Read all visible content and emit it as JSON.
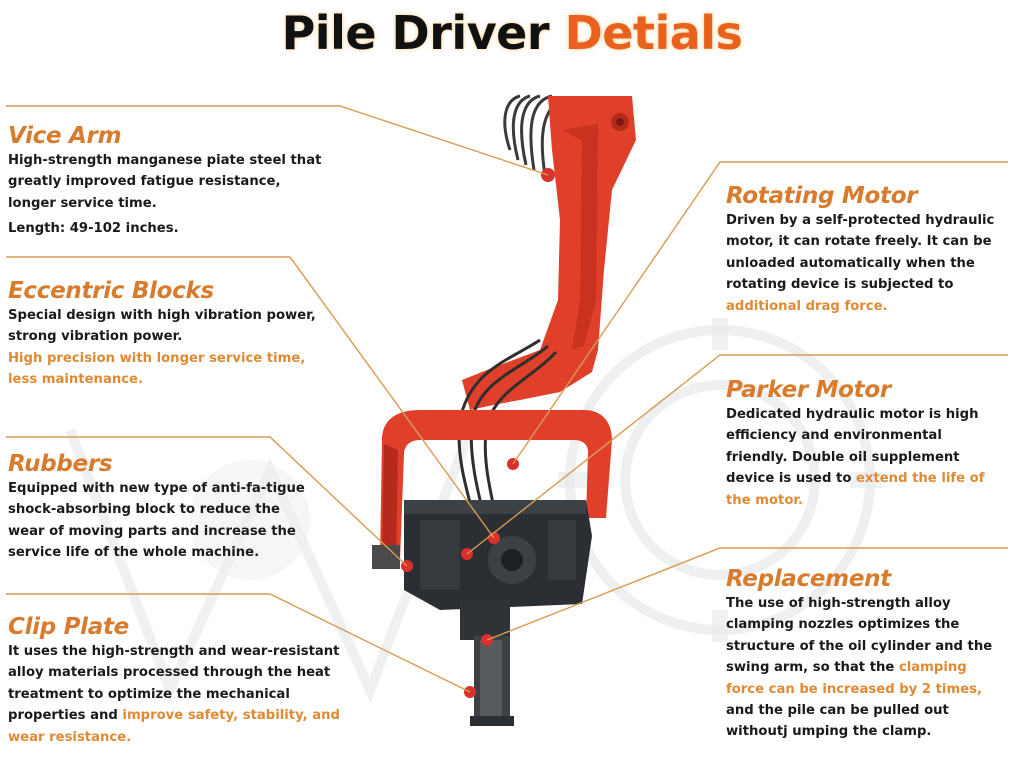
{
  "title": {
    "part1": "Pile Driver",
    "part2": "Detials"
  },
  "colors": {
    "accent": "#d87b2c",
    "highlight": "#e08a34",
    "title_orange": "#e8621d",
    "arm_red": "#e0402a",
    "arm_dark": "#b52a1b",
    "body_dark": "#2b2f33",
    "leader_line": "#d99a52",
    "marker": "#d9312b"
  },
  "sections": {
    "vice_arm": {
      "heading": "Vice Arm",
      "l1": "High-strength manganese piate steel that",
      "l2": "greatly improved fatigue resistance,",
      "l3": "longer service time.",
      "extra": "Length: 49-102 inches."
    },
    "eccentric_blocks": {
      "heading": "Eccentric Blocks",
      "l1": "Special design with high vibration power,",
      "l2": "strong vibration power.",
      "hl1": "High precision with longer service time,",
      "hl2": "less maintenance."
    },
    "rubbers": {
      "heading": "Rubbers",
      "l1": "Equipped with new type of anti-fa-tigue",
      "l2": "shock-absorbing block to reduce the",
      "l3": "wear of moving parts and increase the",
      "l4": "service life of the whole machine."
    },
    "clip_plate": {
      "heading": "Clip Plate",
      "l1": "It uses the high-strength and wear-resistant",
      "l2": "alloy materials processed through the heat",
      "l3": "treatment to optimize the mechanical",
      "l4a": "properties and ",
      "l4b": "improve safety, stability, and",
      "l5": "wear resistance."
    },
    "rotating_motor": {
      "heading": "Rotating Motor",
      "l1": "Driven by a self-protected hydraulic",
      "l2": "motor, it can rotate freely. It can be",
      "l3": "unloaded automatically when the",
      "l4": "rotating device is subjected to",
      "hl1": "additional drag force."
    },
    "parker_motor": {
      "heading": "Parker Motor",
      "l1": "Dedicated hydraulic motor is high",
      "l2": "efficiency and environmental",
      "l3": "friendly. Double oil supplement",
      "l4a": "device is used to ",
      "l4b": "extend the life of",
      "hl1": "the motor."
    },
    "replacement": {
      "heading": "Replacement",
      "l1": "The use of high-strength alloy",
      "l2": "clamping nozzles optimizes the",
      "l3": "structure of the oil cylinder and the",
      "l4a": "swing arm, so that the ",
      "l4b": "clamping",
      "hl1": "force can be increased by 2 times,",
      "l5": "and the pile can be pulled out",
      "l6": "withoutj umping the clamp."
    }
  }
}
